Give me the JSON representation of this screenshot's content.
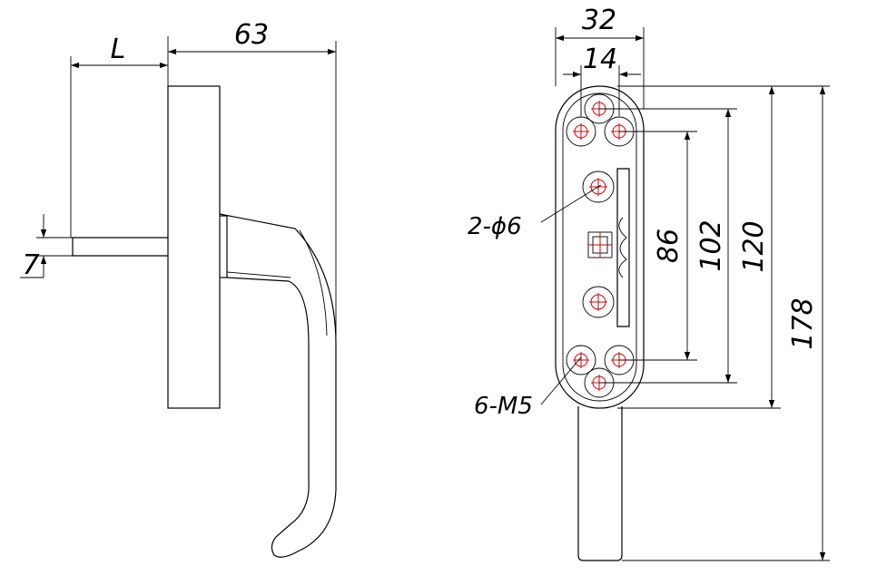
{
  "dimensions": {
    "side_view": {
      "overall_depth": "63",
      "spindle_length": "L",
      "spindle_size": "7"
    },
    "front_view": {
      "width": "32",
      "hole_offset": "14",
      "pitch_86": "86",
      "pitch_102": "102",
      "rose_length": "120",
      "overall_length": "178"
    }
  },
  "callouts": {
    "holes": "2-ɸ6",
    "threads": "6-M5"
  },
  "colors": {
    "lines": "#000000",
    "hole_centers": "#d40000"
  }
}
